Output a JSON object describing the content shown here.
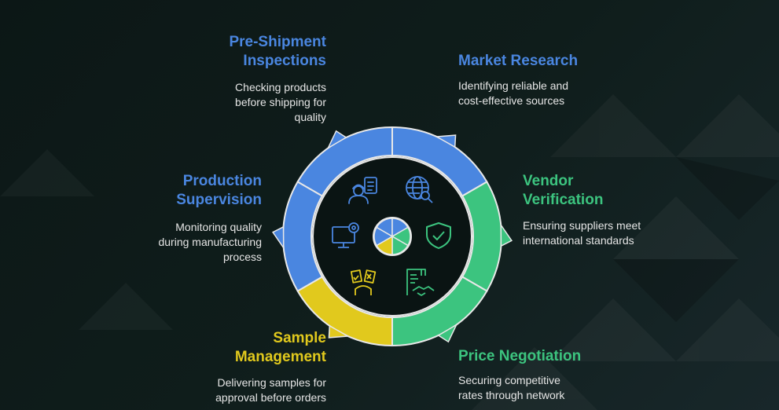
{
  "colors": {
    "blue": "#4a86e0",
    "green": "#3cc47f",
    "yellow": "#e1c91d",
    "background": "#0d1918"
  },
  "steps": [
    {
      "title": "Pre-Shipment\nInspections",
      "description": "Checking products\nbefore shipping for\nquality",
      "color": "blue",
      "icon": "inspector-clipboard-icon"
    },
    {
      "title": "Market Research",
      "description": "Identifying reliable and\ncost-effective sources",
      "color": "blue",
      "icon": "globe-search-icon"
    },
    {
      "title": "Vendor\nVerification",
      "description": "Ensuring suppliers meet\ninternational standards",
      "color": "green",
      "icon": "shield-check-icon"
    },
    {
      "title": "Price Negotiation",
      "description": "Securing competitive\nrates through network",
      "color": "green",
      "icon": "contract-handshake-icon"
    },
    {
      "title": "Sample\nManagement",
      "description": "Delivering samples for\napproval before orders",
      "color": "yellow",
      "icon": "sample-approval-icon"
    },
    {
      "title": "Production\nSupervision",
      "description": "Monitoring quality\nduring manufacturing\nprocess",
      "color": "blue",
      "icon": "monitor-gear-icon"
    }
  ]
}
